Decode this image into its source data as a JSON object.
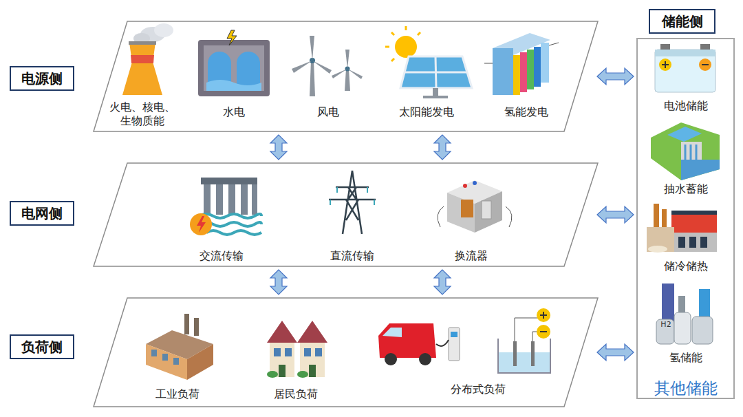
{
  "diagram": {
    "nodes": [
      {
        "text": [
          "电源侧"
        ]
      },
      {
        "text": [
          "火电、核电、生物质能",
          "水电",
          "风电",
          "太阳能发电",
          "氢能发电"
        ]
      },
      {
        "text": [
          "电网侧"
        ]
      },
      {
        "text": [
          "交流传输",
          "直流传输",
          "换流器"
        ]
      },
      {
        "text": [
          "负荷侧"
        ]
      },
      {
        "text": [
          "工业负荷",
          "居民负荷",
          "分布式负荷"
        ]
      },
      {
        "text": [
          "储能侧"
        ]
      },
      {
        "text": [
          "电池储能",
          "抽水蓄能",
          "储冷储热",
          "氢储能",
          "其他储能"
        ]
      }
    ],
    "edges": [
      {
        "from": 1,
        "to": 3,
        "arrow": "both"
      },
      {
        "from": 1,
        "to": 3,
        "arrow": "both"
      },
      {
        "from": 3,
        "to": 5,
        "arrow": "both"
      },
      {
        "from": 3,
        "to": 5,
        "arrow": "both"
      },
      {
        "from": 1,
        "to": 7,
        "arrow": "both"
      },
      {
        "from": 3,
        "to": 7,
        "arrow": "both"
      },
      {
        "from": 5,
        "to": 7,
        "arrow": "both"
      }
    ],
    "labels": [
      "H2"
    ]
  }
}
